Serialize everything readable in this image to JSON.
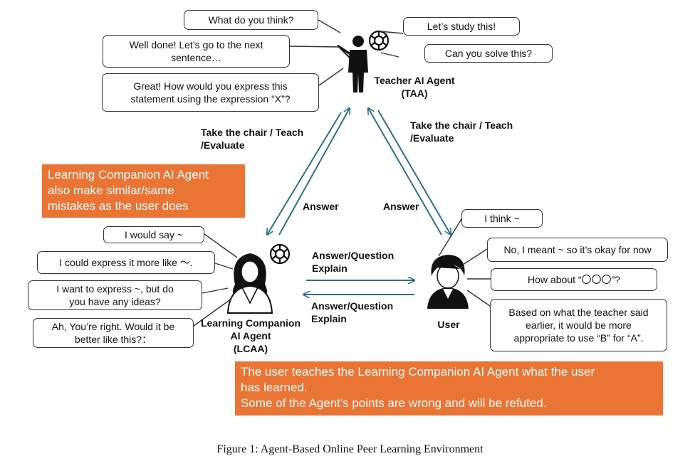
{
  "teacher": {
    "label": "Teacher AI Agent\n(TAA)",
    "bubbles_left": [
      "What do you think?",
      "Well done! Let’s go to the next\nsentence…",
      "Great! How would you express this\nstatement using the expression “X”?"
    ],
    "bubbles_right": [
      "Let’s study this!",
      "Can you solve this?"
    ]
  },
  "lcaa": {
    "label": "Learning Companion\nAI Agent\n(LCAA)",
    "bubbles": [
      "I would say ~",
      "I could express it more like ～.",
      "I want to express ~, but do\nyou have any ideas?",
      "Ah, You’re right. Would it be\nbetter like this?："
    ]
  },
  "user": {
    "label": "User",
    "bubbles": [
      "I think ~",
      "No, I meant ~ so it’s okay for now",
      "How about “〇〇〇”?",
      "Based on what the teacher said\nearlier, it would be more\nappropriate to use “B” for “A”."
    ]
  },
  "arrows": {
    "taa_to_lcaa": "Take the chair / Teach\n/Evaluate",
    "taa_to_user": "Take the chair / Teach\n/Evaluate",
    "lcaa_answer": "Answer",
    "user_answer": "Answer",
    "lcaa_to_user": "Answer/Question\nExplain",
    "user_to_lcaa": "Answer/Question\nExplain"
  },
  "notes": {
    "lcaa_note": "Learning Companion AI Agent\nalso make similar/same\nmistakes as the user does",
    "user_note": "The user teaches the Learning Companion AI Agent what the user\nhas learned.\nSome of the Agent's points are wrong and will be refuted."
  },
  "caption": "Figure 1: Agent-Based Online Peer Learning Environment",
  "colors": {
    "arrow": "#2d6e8e",
    "note_bg": "#ea7434",
    "figure": "#111111"
  }
}
